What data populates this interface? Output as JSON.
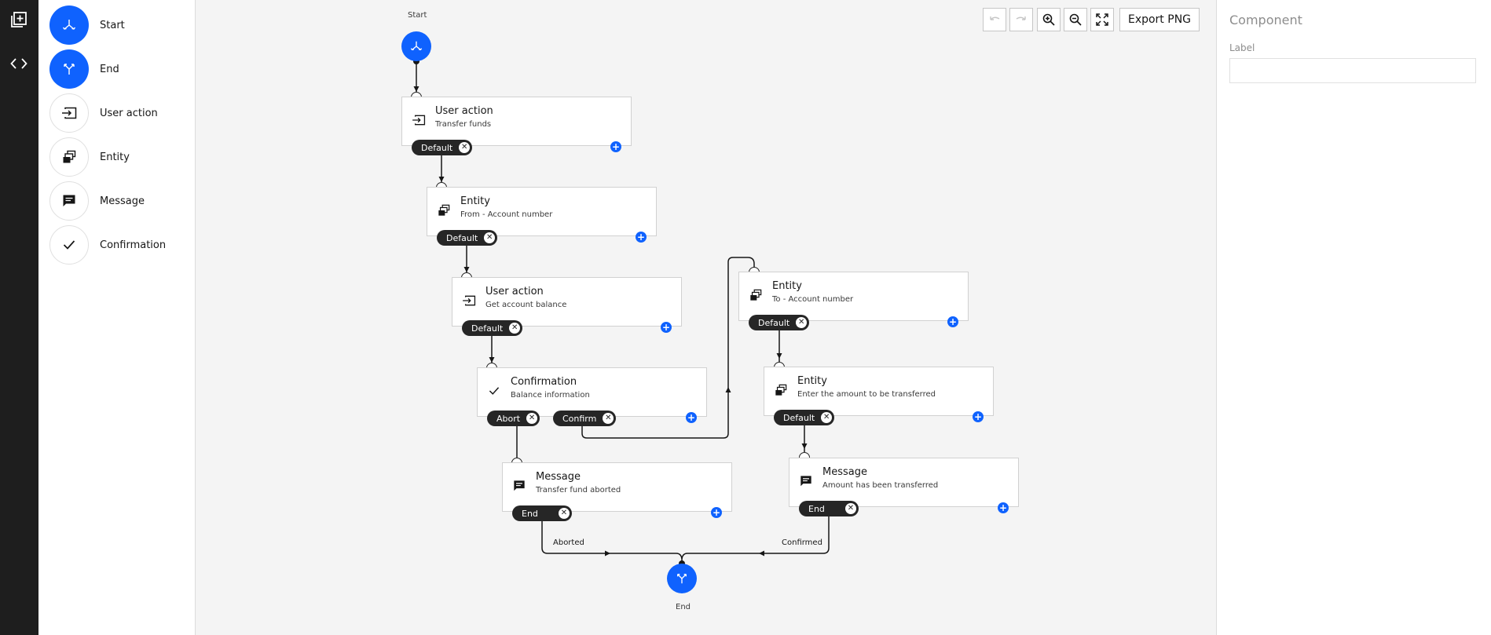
{
  "rail": {
    "add_icon": "add-component-icon",
    "code_icon": "code-icon"
  },
  "palette": {
    "items": [
      {
        "label": "Start",
        "icon": "start-icon"
      },
      {
        "label": "End",
        "icon": "end-icon"
      },
      {
        "label": "User action",
        "icon": "user-action-icon"
      },
      {
        "label": "Entity",
        "icon": "entity-icon"
      },
      {
        "label": "Message",
        "icon": "message-icon"
      },
      {
        "label": "Confirmation",
        "icon": "checkmark-icon"
      }
    ]
  },
  "toolbar": {
    "export_label": "Export PNG",
    "undo_icon": "undo-icon",
    "redo_icon": "redo-icon",
    "zoom_in_icon": "zoom-in-icon",
    "zoom_out_icon": "zoom-out-icon",
    "fit_icon": "fit-to-screen-icon"
  },
  "panel": {
    "title": "Component",
    "label": "Label",
    "label_value": ""
  },
  "flow": {
    "start_label": "Start",
    "end_label": "End",
    "nodes": [
      {
        "title": "User action",
        "subtitle": "Transfer funds",
        "branches": [
          "Default"
        ]
      },
      {
        "title": "Entity",
        "subtitle": "From - Account number",
        "branches": [
          "Default"
        ]
      },
      {
        "title": "User action",
        "subtitle": "Get account balance",
        "branches": [
          "Default"
        ]
      },
      {
        "title": "Confirmation",
        "subtitle": "Balance information",
        "branches": [
          "Abort",
          "Confirm"
        ]
      },
      {
        "title": "Message",
        "subtitle": "Transfer fund aborted",
        "branches": [
          "End"
        ]
      },
      {
        "title": "Entity",
        "subtitle": "To - Account number",
        "branches": [
          "Default"
        ]
      },
      {
        "title": "Entity",
        "subtitle": "Enter the amount to be transferred",
        "branches": [
          "Default"
        ]
      },
      {
        "title": "Message",
        "subtitle": "Amount has been transferred",
        "branches": [
          "End"
        ]
      }
    ],
    "edge_labels": {
      "aborted": "Aborted",
      "confirmed": "Confirmed"
    }
  },
  "colors": {
    "accent": "#0f62fe",
    "pill": "#262626",
    "rail": "#1e1e1e"
  }
}
